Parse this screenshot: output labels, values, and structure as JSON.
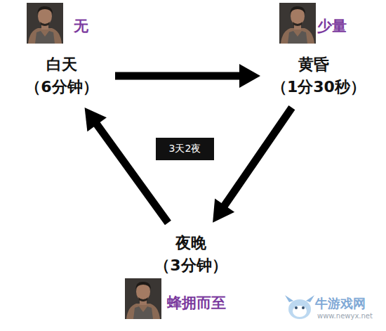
{
  "diagram": {
    "nodes": [
      {
        "text": [
          "无",
          "白天",
          "（6分钟）"
        ]
      },
      {
        "text": [
          "少量",
          "黄昏",
          "（1分30秒）"
        ]
      },
      {
        "text": [
          "3天2夜"
        ]
      },
      {
        "text": [
          "夜晚",
          "（3分钟）",
          "蜂拥而至"
        ]
      }
    ],
    "edges": [
      {
        "from": 0,
        "to": 1,
        "arrow": "to"
      },
      {
        "from": 1,
        "to": 3,
        "arrow": "to"
      },
      {
        "from": 3,
        "to": 0,
        "arrow": "to"
      }
    ],
    "labels": [
      "牛游戏网",
      "www.newyx.net"
    ]
  }
}
